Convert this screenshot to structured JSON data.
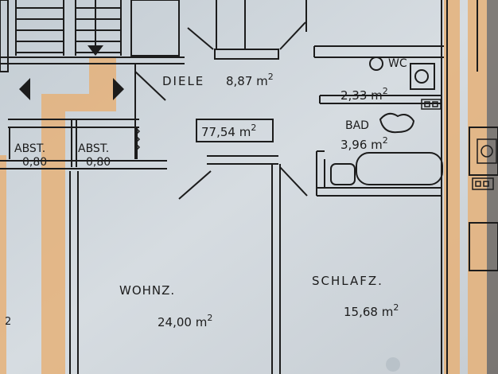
{
  "rooms": {
    "diele": {
      "name": "DIELE",
      "area": "8,87 m",
      "sup": "2"
    },
    "wc": {
      "name": "WC",
      "area": "2,33 m",
      "sup": "2"
    },
    "bad": {
      "name": "BAD",
      "area": "3,96 m",
      "sup": "2"
    },
    "total": {
      "area": "77,54 m",
      "sup": "2"
    },
    "abst1": {
      "name": "ABST.",
      "area": "0,80"
    },
    "abst2": {
      "name": "ABST.",
      "area": "0,80"
    },
    "wohnz": {
      "name": "WOHNZ.",
      "area": "24,00 m",
      "sup": "2"
    },
    "schlafz": {
      "name": "SCHLAFZ.",
      "area": "15,68 m",
      "sup": "2"
    },
    "partial": {
      "sup": "2"
    }
  },
  "colors": {
    "paper": "#cfd6dc",
    "ink": "#1c1c1c",
    "highlight": "#e6b27a"
  }
}
